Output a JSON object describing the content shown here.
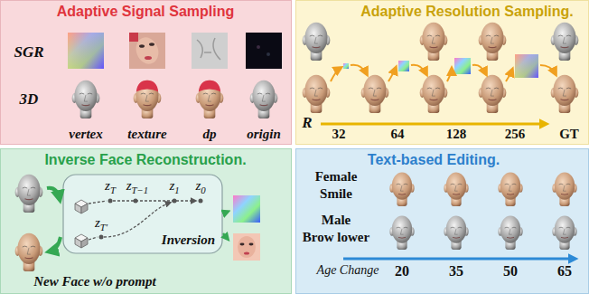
{
  "diagram": {
    "nodes": [
      {
        "text": [
          "Adaptive Signal Sampling"
        ]
      },
      {
        "text": [
          "Adaptive Resolution Sampling."
        ]
      },
      {
        "text": [
          "Inverse Face Reconstruction."
        ]
      },
      {
        "text": [
          "Inversion"
        ],
        "in": 2
      },
      {
        "text": [
          "Text-based Editing."
        ]
      }
    ],
    "labels": [
      "SGR",
      "3D",
      "vertex",
      "texture",
      "dp",
      "origin",
      "R",
      "32",
      "64",
      "128",
      "256",
      "GT",
      "zT",
      "zT−1",
      "z1",
      "z0",
      "zT′",
      "New Face w/o prompt",
      "Female",
      "Smile",
      "Male",
      "Brow lower",
      "Age Change",
      "20",
      "35",
      "50",
      "65"
    ]
  }
}
